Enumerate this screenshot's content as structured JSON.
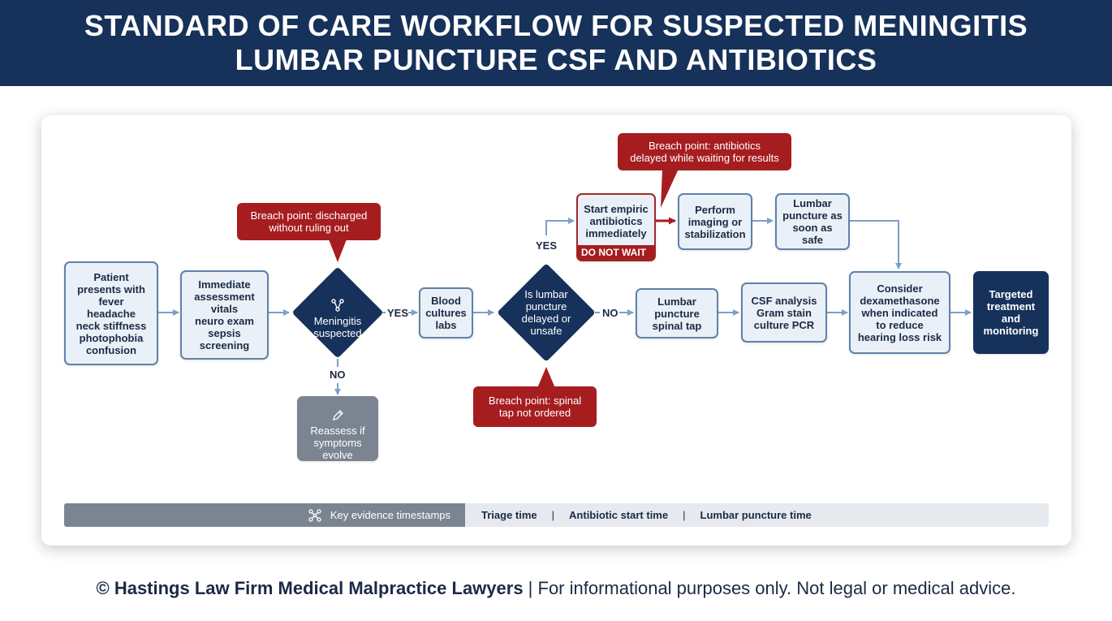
{
  "header": {
    "title_line1": "STANDARD OF CARE WORKFLOW FOR SUSPECTED MENINGITIS",
    "title_line2": "LUMBAR PUNCTURE CSF AND ANTIBIOTICS"
  },
  "nodes": {
    "patient": "Patient\npresents with\nfever\nheadache\nneck stiffness\nphotophobia\nconfusion",
    "assessment": "Immediate\nassessment\nvitals\nneuro exam\nsepsis\nscreening",
    "meningitis": "Meningitis\nsuspected",
    "reassess": "Reassess if\nsymptoms\nevolve",
    "blood": "Blood\ncultures\nlabs",
    "lp_delayed": "Is lumbar\npuncture\ndelayed or\nunsafe",
    "start_abx": "Start empiric\nantibiotics\nimmediately",
    "do_not_wait": "DO NOT WAIT",
    "imaging": "Perform\nimaging or\nstabilization",
    "lp_safe": "Lumbar\npuncture as\nsoon as safe",
    "lp_spinal": "Lumbar\npuncture\nspinal tap",
    "csf": "CSF analysis\nGram stain\nculture PCR",
    "dexa": "Consider\ndexamethasone\nwhen indicated\nto reduce\nhearing loss risk",
    "targeted": "Targeted\ntreatment\nand\nmonitoring"
  },
  "labels": {
    "yes1": "YES",
    "no1": "NO",
    "yes2": "YES",
    "no2": "NO"
  },
  "breaches": {
    "discharged": "Breach point: discharged\nwithout ruling out",
    "antibiotics": "Breach point: antibiotics\ndelayed while waiting for results",
    "spinal": "Breach point: spinal\ntap not ordered"
  },
  "timestamps": {
    "title": "Key evidence timestamps",
    "items": [
      "Triage time",
      "Antibiotic start time",
      "Lumbar puncture time"
    ],
    "separator": "|"
  },
  "footer": {
    "brand": "© Hastings Law Firm Medical Malpractice Lawyers",
    "disclaimer": " | For informational purposes only. Not legal or medical advice."
  },
  "colors": {
    "navy": "#17325a",
    "breach_red": "#a61d20",
    "node_fill": "#eaf0f7",
    "node_border": "#5f82ab",
    "gray": "#7b8591"
  },
  "icons": {
    "meningitis": "network-icon",
    "reassess": "pencil-icon",
    "timestamps": "network-icon"
  }
}
